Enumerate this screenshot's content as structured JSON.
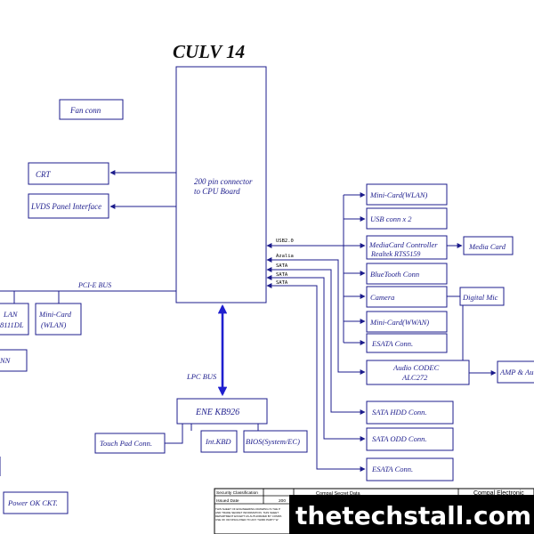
{
  "title": "CULV 14",
  "colors": {
    "line": "#1c1c8c",
    "lpc_arrow": "#1f1fcf",
    "watermark_bg": "#000000",
    "watermark_fg": "#ffffff"
  },
  "blocks": {
    "fan_conn": "Fan conn",
    "cpu_connector_line1": "200 pin connector",
    "cpu_connector_line2": "to CPU Board",
    "crt": "CRT",
    "lvds": "LVDS Panel Interface",
    "minicard_wlan_right": "Mini-Card(WLAN)",
    "usb_conn": "USB conn x 2",
    "mediacard_line1": "MediaCard Controller",
    "mediacard_line2": "Realtek RTS5159",
    "media_card": "Media Card",
    "bluetooth": "BlueTooth Conn",
    "camera": "Camera",
    "digital_mic": "Digital Mic",
    "minicard_wwan": "Mini-Card(WWAN)",
    "esata_top": "ESATA  Conn.",
    "audio_line1": "Audio CODEC",
    "audio_line2": "ALC272",
    "amp": "AMP & Au",
    "sata_hdd": "SATA HDD Conn.",
    "sata_odd": "SATA ODD Conn.",
    "esata_bottom": "ESATA Conn.",
    "lan_line1": "LAN",
    "lan_line2": "8111DL",
    "minicard_wlan_left_line1": "Mini-Card",
    "minicard_wlan_left_line2": "(WLAN)",
    "nn_fragment": "NN",
    "ene": "ENE KB926",
    "touchpad": "Touch Pad Conn.",
    "int_kbd": "Int.KBD",
    "bios": "BIOS(System/EC)",
    "power_ok": "Power OK CKT."
  },
  "bus_labels": {
    "pcie": "PCI-E BUS",
    "lpc": "LPC BUS",
    "usb": "USB2.0",
    "azalia": "Azalia",
    "sata1": "SATA",
    "sata2": "SATA",
    "sata3": "SATA"
  },
  "title_block": {
    "security": "Security Classification",
    "issued": "Issued Date",
    "year_fragment": "200",
    "title_header": "Compal Secret Data",
    "company": "Compal Electronic",
    "notice_1": "THIS SHEET OF ENGINEERING DRAWING IS THE P",
    "notice_2": "AND TRADE SECRET INFORMATION. THIS SHEET",
    "notice_3": "DEPARTMENT EXCEPT AS AUTHORIZED BY COMPA",
    "notice_4": "USE OF OR DISCLOSED TO ANY THIRD PARTY W"
  },
  "watermark": "thetechstall.com"
}
